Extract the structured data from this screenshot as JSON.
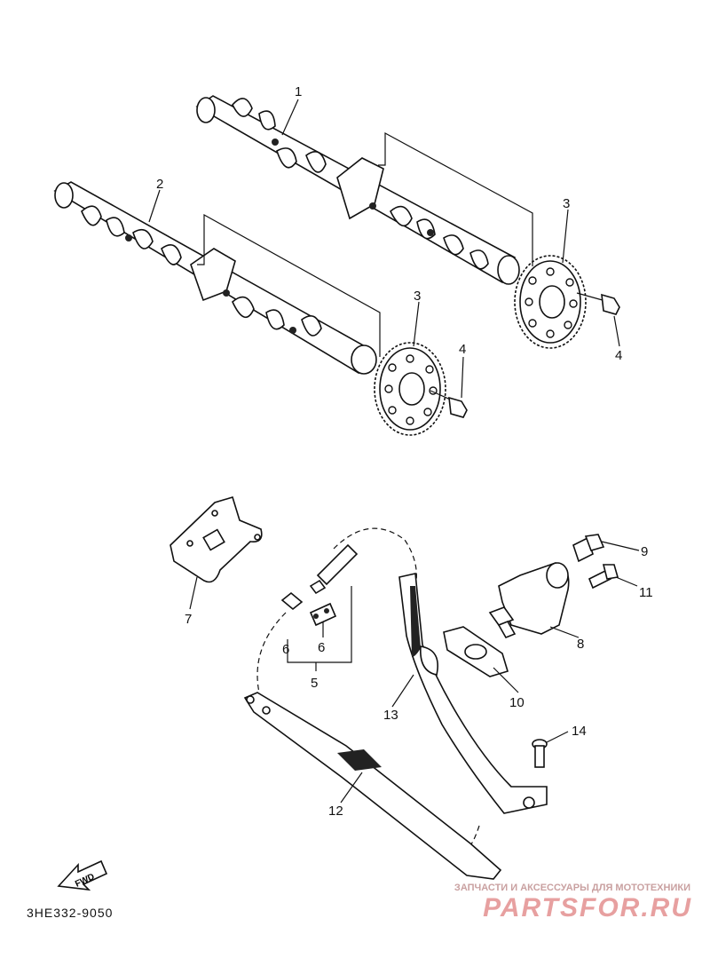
{
  "callouts": {
    "c1": "1",
    "c2": "2",
    "c3a": "3",
    "c3b": "3",
    "c4a": "4",
    "c4b": "4",
    "c5": "5",
    "c6a": "6",
    "c6b": "6",
    "c7": "7",
    "c8": "8",
    "c9": "9",
    "c10": "10",
    "c11": "11",
    "c12": "12",
    "c13": "13",
    "c14": "14"
  },
  "fwd_label": "FWD",
  "diagram_code": "3HE332-9050",
  "watermark": {
    "top_text": "ЗАПЧАСТИ И АКСЕССУАРЫ ДЛЯ МОТОТЕХНИКИ",
    "main_text": "PARTSFOR.RU"
  }
}
